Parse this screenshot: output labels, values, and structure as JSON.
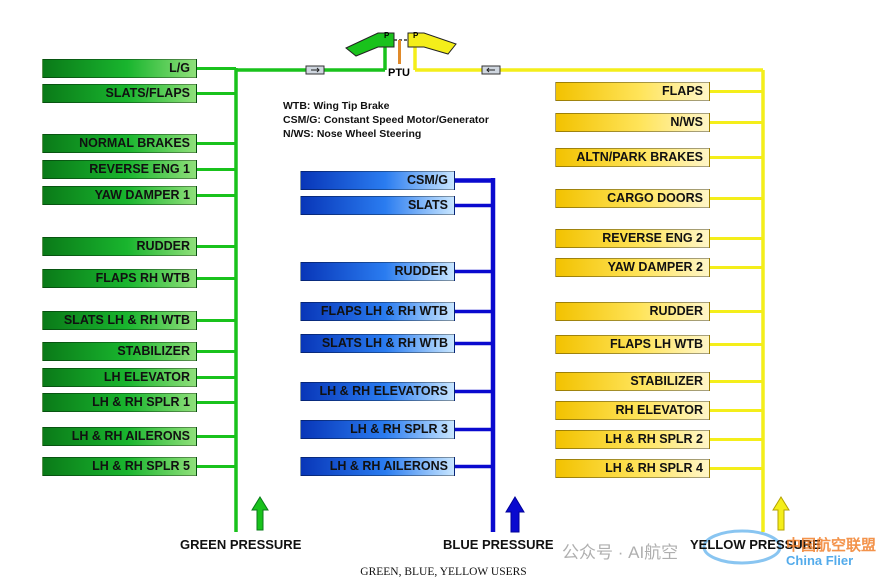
{
  "legend": {
    "wtb": "WTB: Wing Tip Brake",
    "csmg": "CSM/G: Constant Speed Motor/Generator",
    "nws": "N/WS: Nose Wheel Steering"
  },
  "ptu_label": "PTU",
  "pump_mark": "P",
  "green_users": [
    "L/G",
    "SLATS/FLAPS",
    "NORMAL BRAKES",
    "REVERSE ENG 1",
    "YAW DAMPER 1",
    "RUDDER",
    "FLAPS RH WTB",
    "SLATS LH & RH WTB",
    "STABILIZER",
    "LH  ELEVATOR",
    "LH & RH SPLR 1",
    "LH & RH AILERONS",
    "LH & RH SPLR 5"
  ],
  "blue_users": [
    "CSM/G",
    "SLATS",
    "RUDDER",
    "FLAPS LH & RH WTB",
    "SLATS LH & RH WTB",
    "LH & RH ELEVATORS",
    "LH & RH SPLR 3",
    "LH & RH AILERONS"
  ],
  "yellow_users": [
    "FLAPS",
    "N/WS",
    "ALTN/PARK BRAKES",
    "CARGO DOORS",
    "REVERSE ENG 2",
    "YAW DAMPER 2",
    "RUDDER",
    "FLAPS LH WTB",
    "STABILIZER",
    "RH  ELEVATOR",
    "LH & RH SPLR 2",
    "LH & RH SPLR 4"
  ],
  "pressure_labels": {
    "green": "GREEN PRESSURE",
    "blue": "BLUE PRESSURE",
    "yellow": "YELLOW PRESSURE"
  },
  "caption": "GREEN, BLUE, YELLOW USERS",
  "watermark": {
    "left": "公众号 · AI航空",
    "cn": "中国航空联盟",
    "en": "China Flier"
  },
  "colors": {
    "green_line": "#19c21c",
    "blue_line": "#0a0acf",
    "yellow_line": "#f4ee1a"
  }
}
